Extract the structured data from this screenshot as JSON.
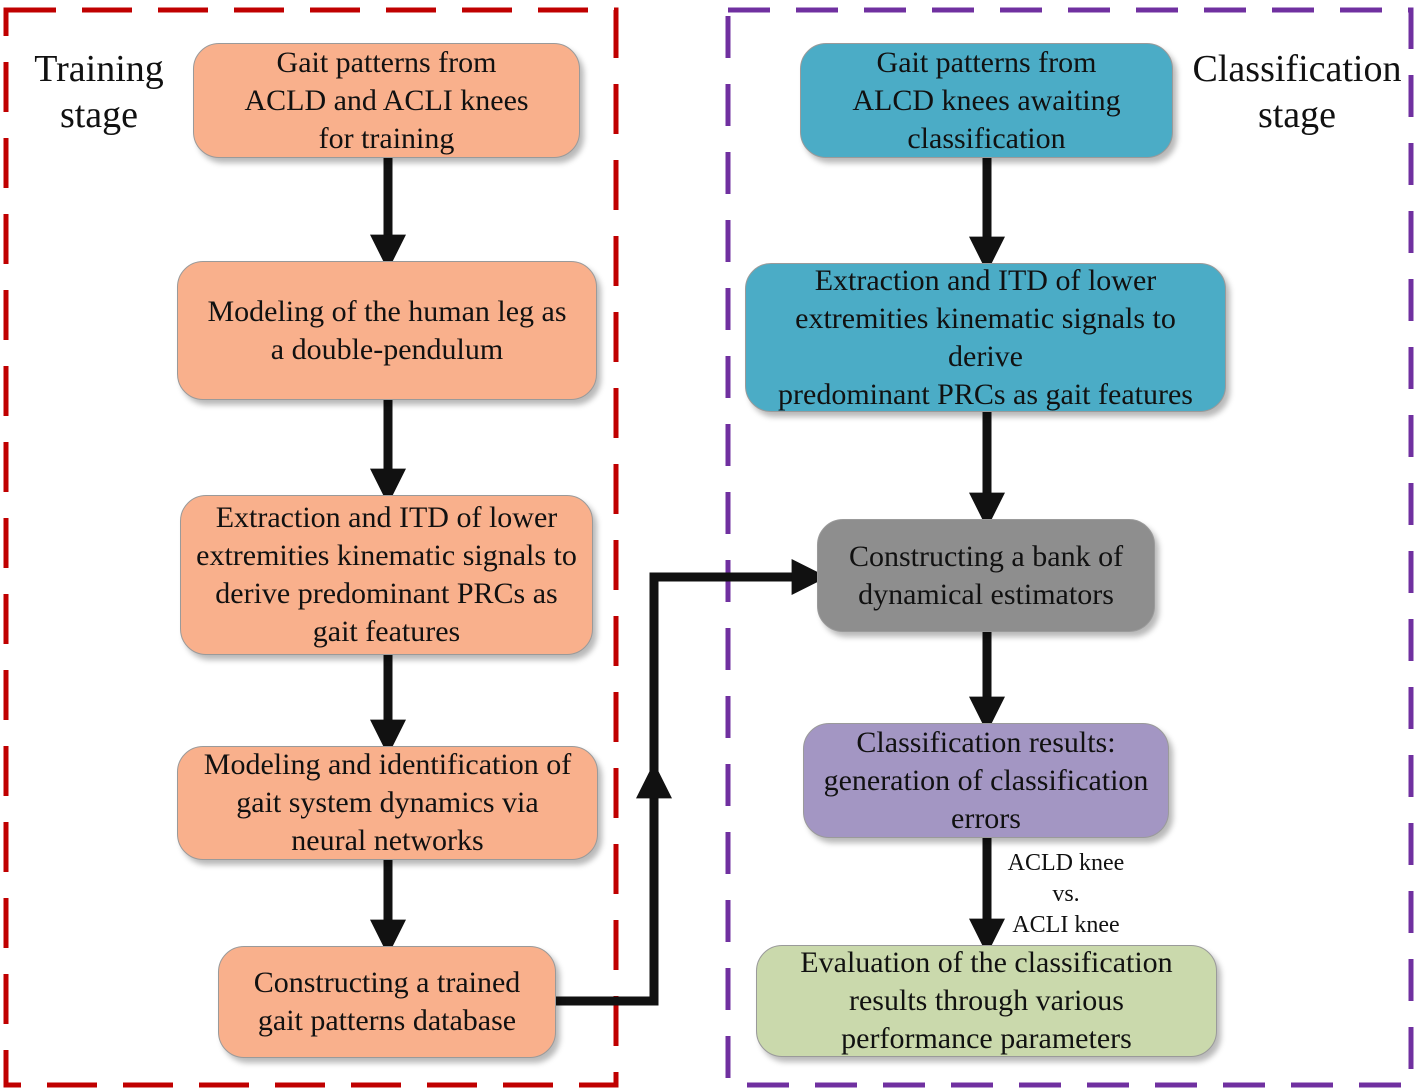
{
  "training": {
    "label": "Training\nstage",
    "frame_color": "#c00000",
    "box_color": "#f9b08c",
    "steps": [
      "Gait patterns from\nACLD and ACLI knees\nfor training",
      "Modeling of the human leg as\na double-pendulum",
      "Extraction and ITD of lower\nextremities kinematic signals to\nderive predominant PRCs as\ngait features",
      "Modeling and identification of\ngait system dynamics via\nneural networks",
      "Constructing a trained\ngait patterns database"
    ]
  },
  "classification": {
    "label": "Classification\nstage",
    "frame_color": "#7030a0",
    "steps": [
      "Gait patterns from\nALCD knees awaiting\nclassification",
      "Extraction and ITD of lower\nextremities kinematic signals to derive\npredominant PRCs as gait features",
      "Constructing a bank of\ndynamical estimators",
      "Classification results:\ngeneration of classification\nerrors",
      "Evaluation of the classification\nresults through various\nperformance parameters"
    ],
    "step_colors": [
      "#4bacc6",
      "#4bacc6",
      "#8e8e8e",
      "#a396c3",
      "#cad9ac"
    ],
    "edge_label": "ACLD knee\nvs.\nACLI knee"
  }
}
